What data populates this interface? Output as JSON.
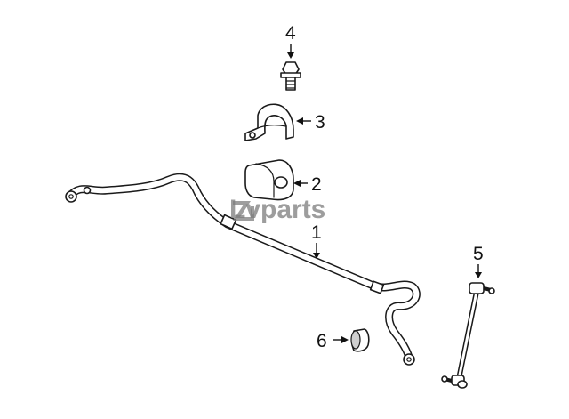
{
  "watermark": {
    "text": "Lvparts"
  },
  "callouts": [
    {
      "id": 1,
      "label": "1"
    },
    {
      "id": 2,
      "label": "2"
    },
    {
      "id": 3,
      "label": "3"
    },
    {
      "id": 4,
      "label": "4"
    },
    {
      "id": 5,
      "label": "5"
    },
    {
      "id": 6,
      "label": "6"
    }
  ]
}
